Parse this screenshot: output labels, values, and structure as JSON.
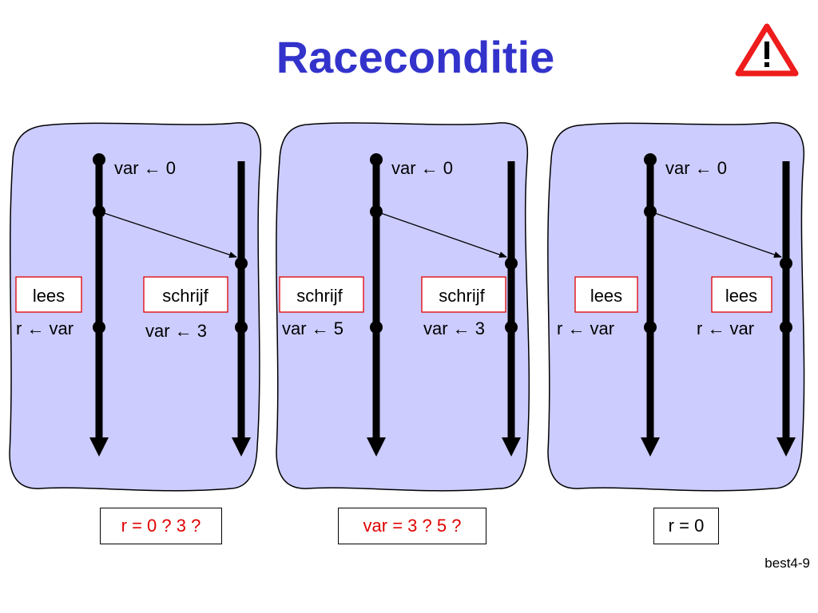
{
  "title": "Raceconditie",
  "warning_icon": "warning-triangle-icon",
  "colors": {
    "title": "#3333cc",
    "panel_fill": "#ccccff",
    "box_border": "#e00000",
    "result_red": "#e00000"
  },
  "panels": [
    {
      "init": "var ← 0",
      "left_box": "lees",
      "right_box": "schrijf",
      "left_op": "r ← var",
      "right_op": "var ← 3",
      "result": "r = 0 ? 3 ?",
      "result_style": "red"
    },
    {
      "init": "var ← 0",
      "left_box": "schrijf",
      "right_box": "schrijf",
      "left_op": "var ← 5",
      "right_op": "var ← 3",
      "result": "var = 3 ? 5 ?",
      "result_style": "red"
    },
    {
      "init": "var ← 0",
      "left_box": "lees",
      "right_box": "lees",
      "left_op": "r ← var",
      "right_op": "r ← var",
      "result": "r = 0",
      "result_style": "black"
    }
  ],
  "slide_number": "best4-9"
}
